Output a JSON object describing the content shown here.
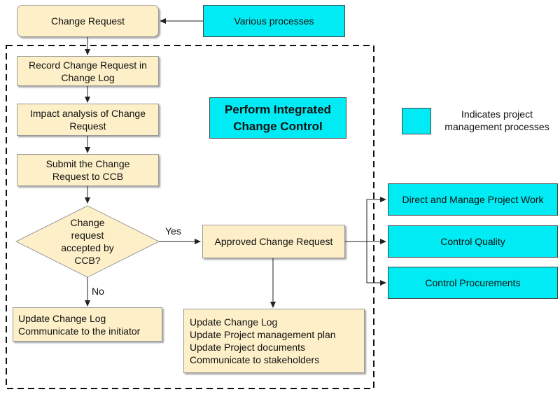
{
  "change_request": "Change Request",
  "various_processes": "Various processes",
  "record_change": [
    "Record Change Request in",
    "Change Log"
  ],
  "impact_analysis": [
    "Impact analysis of Change",
    "Request"
  ],
  "submit_ccb": [
    "Submit the Change",
    "Request to CCB"
  ],
  "decision": [
    "Change",
    "request",
    "accepted by",
    "CCB?"
  ],
  "yes_label": "Yes",
  "no_label": "No",
  "approved": "Approved Change Request",
  "update_log_no": [
    "Update Change Log",
    "Communicate to the initiator"
  ],
  "update_yes": [
    "Update Change Log",
    "Update Project management plan",
    "Update Project documents",
    "Communicate to stakeholders"
  ],
  "perform_title": [
    "Perform Integrated",
    "Change Control"
  ],
  "legend_text": [
    "Indicates project",
    "management processes"
  ],
  "direct_manage": "Direct and Manage Project Work",
  "control_quality": "Control Quality",
  "control_procurements": "Control Procurements",
  "colors": {
    "process_fill": "#00ebf3",
    "step_fill": "#fdefc8"
  }
}
